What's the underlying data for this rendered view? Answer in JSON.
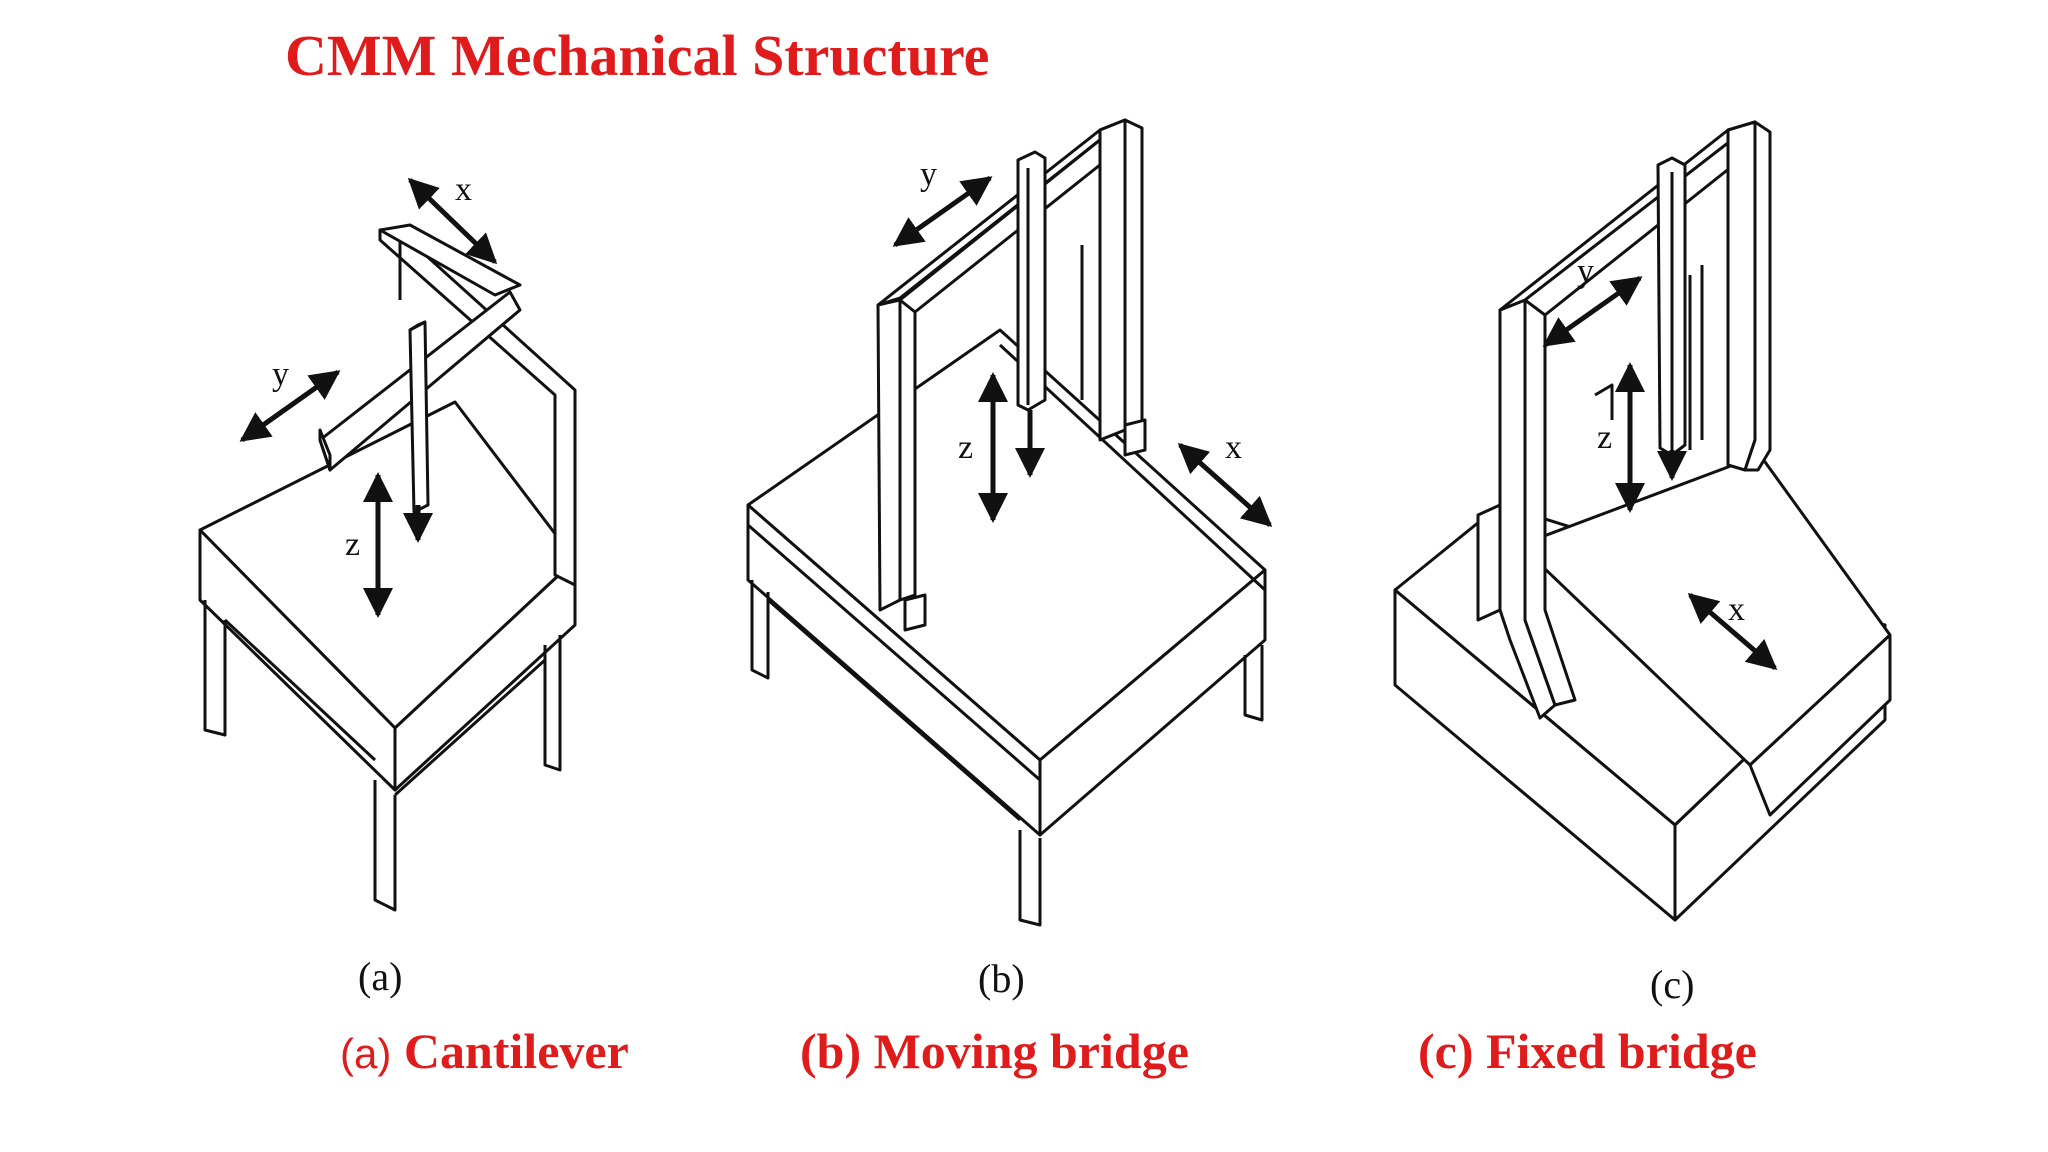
{
  "title": "CMM Mechanical Structure",
  "panels": [
    {
      "letter": "(a)",
      "axes": {
        "x": "x",
        "y": "y",
        "z": "z"
      }
    },
    {
      "letter": "(b)",
      "axes": {
        "x": "x",
        "y": "y",
        "z": "z"
      }
    },
    {
      "letter": "(c)",
      "axes": {
        "x": "x",
        "y": "y",
        "z": "z"
      }
    }
  ],
  "captions": [
    {
      "prefix": "(a)",
      "text": "Cantilever"
    },
    {
      "prefix": "",
      "text": "(b) Moving bridge"
    },
    {
      "prefix": "",
      "text": "(c) Fixed bridge"
    }
  ],
  "colors": {
    "accent": "#e01b1b",
    "line": "#111111",
    "background": "#ffffff"
  }
}
